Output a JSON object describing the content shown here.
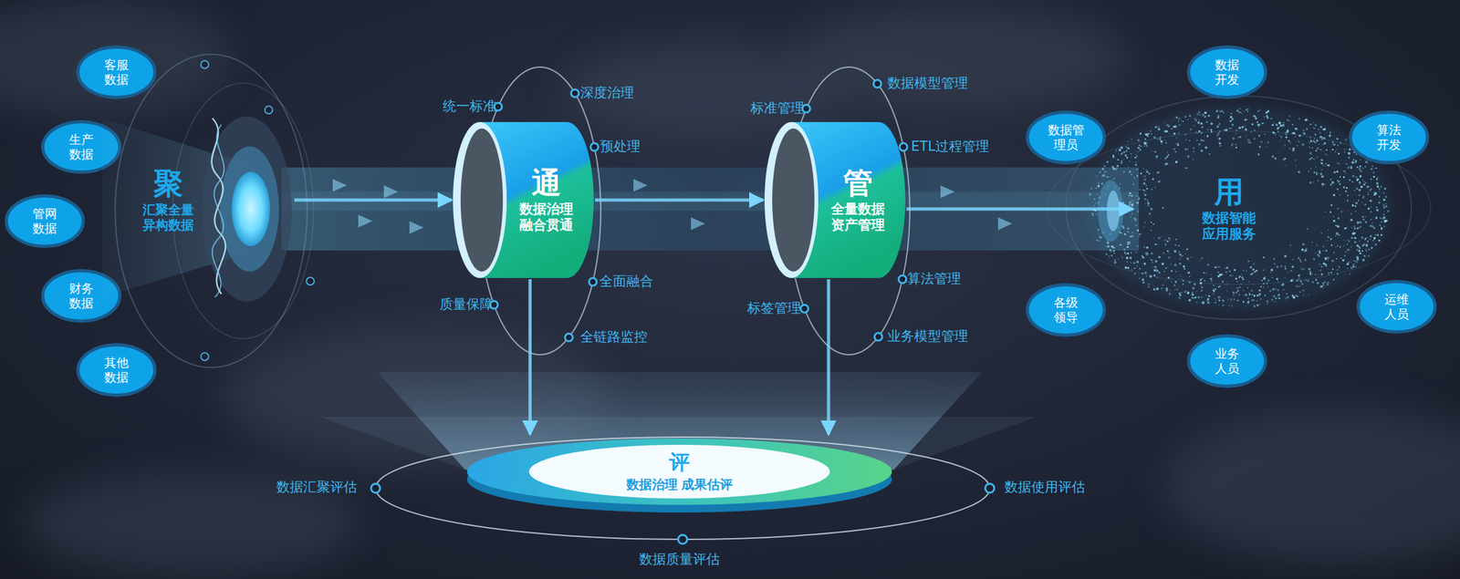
{
  "diagram": {
    "nodes": [
      {
        "text": [
          "客服 数据"
        ]
      },
      {
        "text": [
          "生产 数据"
        ]
      },
      {
        "text": [
          "管网 数据"
        ]
      },
      {
        "text": [
          "财务 数据"
        ]
      },
      {
        "text": [
          "其他 数据"
        ]
      },
      {
        "text": [
          "聚",
          "汇聚全量 异构数据"
        ]
      },
      {
        "text": [
          "通",
          "数据治理 融合贯通"
        ]
      },
      {
        "text": [
          "管",
          "全量数据 资产管理"
        ]
      },
      {
        "text": [
          "用",
          "数据智能 应用服务"
        ]
      },
      {
        "text": [
          "数据 开发"
        ]
      },
      {
        "text": [
          "数据管 理员"
        ]
      },
      {
        "text": [
          "算法 开发"
        ]
      },
      {
        "text": [
          "各级 领导"
        ]
      },
      {
        "text": [
          "运维 人员"
        ]
      },
      {
        "text": [
          "业务 人员"
        ]
      },
      {
        "text": [
          "评",
          "数据治理 成果估评"
        ]
      }
    ],
    "edges": [
      {
        "from": 5,
        "to": 6,
        "arrow": "to"
      },
      {
        "from": 6,
        "to": 7,
        "arrow": "to"
      },
      {
        "from": 7,
        "to": 8,
        "arrow": "to"
      },
      {
        "from": 6,
        "to": 15,
        "arrow": "to"
      },
      {
        "from": 7,
        "to": 15,
        "arrow": "to"
      }
    ],
    "labels": [
      "统一标准",
      "深度治理",
      "预处理",
      "全面融合",
      "全链路监控",
      "质量保障",
      "标准管理",
      "数据模型管理",
      "ETL过程管理",
      "算法管理",
      "业务模型管理",
      "标签管理",
      "数据汇聚评估",
      "数据质量评估",
      "数据使用评估"
    ]
  }
}
